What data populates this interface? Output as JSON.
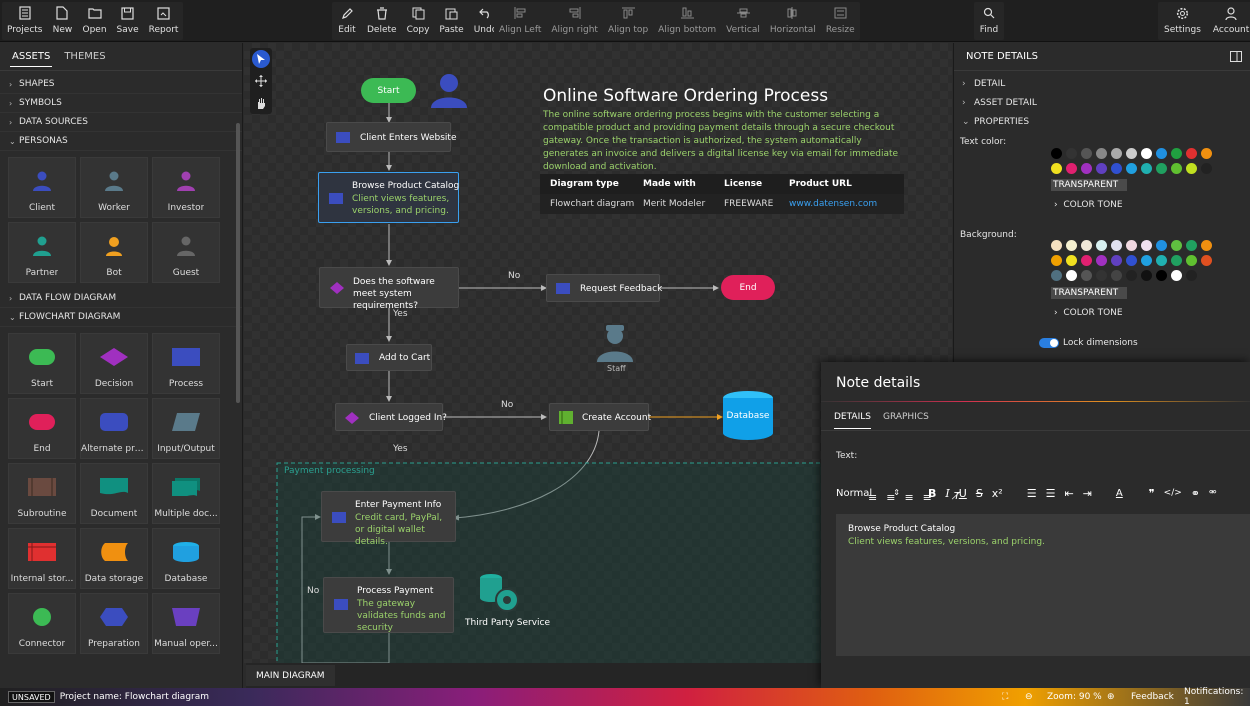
{
  "toolbar": {
    "left": [
      {
        "label": "Projects",
        "icon": "projects-icon"
      },
      {
        "label": "New",
        "icon": "new-file-icon"
      },
      {
        "label": "Open",
        "icon": "folder-open-icon"
      },
      {
        "label": "Save",
        "icon": "save-icon"
      },
      {
        "label": "Report",
        "icon": "report-icon"
      }
    ],
    "edit": [
      {
        "label": "Edit",
        "icon": "pencil-icon"
      },
      {
        "label": "Delete",
        "icon": "trash-icon"
      },
      {
        "label": "Copy",
        "icon": "copy-icon"
      },
      {
        "label": "Paste",
        "icon": "paste-icon"
      },
      {
        "label": "Undo",
        "icon": "undo-icon"
      }
    ],
    "align": [
      {
        "label": "Align Left"
      },
      {
        "label": "Align right"
      },
      {
        "label": "Align top"
      },
      {
        "label": "Align bottom"
      },
      {
        "label": "Vertical"
      },
      {
        "label": "Horizontal"
      },
      {
        "label": "Resize"
      }
    ],
    "find": "Find",
    "settings": "Settings",
    "account": "Account"
  },
  "left_panel": {
    "tabs": [
      "ASSETS",
      "THEMES"
    ],
    "sections": [
      "SHAPES",
      "SYMBOLS",
      "DATA SOURCES",
      "PERSONAS",
      "DATA FLOW DIAGRAM",
      "FLOWCHART DIAGRAM"
    ],
    "personas": [
      {
        "label": "Client",
        "color": "#3b4dbf"
      },
      {
        "label": "Worker",
        "color": "#5a7a8a"
      },
      {
        "label": "Investor",
        "color": "#a040b0"
      },
      {
        "label": "Partner",
        "color": "#20a090"
      },
      {
        "label": "Bot",
        "color": "#f0a020"
      },
      {
        "label": "Guest",
        "color": "#666666"
      }
    ],
    "flowchart": [
      {
        "label": "Start"
      },
      {
        "label": "Decision"
      },
      {
        "label": "Process"
      },
      {
        "label": "End"
      },
      {
        "label": "Alternate pro..."
      },
      {
        "label": "Input/Output"
      },
      {
        "label": "Subroutine"
      },
      {
        "label": "Document"
      },
      {
        "label": "Multiple doc..."
      },
      {
        "label": "Internal stor..."
      },
      {
        "label": "Data storage"
      },
      {
        "label": "Database"
      },
      {
        "label": "Connector"
      },
      {
        "label": "Preparation"
      },
      {
        "label": "Manual oper..."
      }
    ]
  },
  "canvas": {
    "title": "Online Software Ordering Process",
    "description": "The online software ordering process begins with the customer selecting a compatible product and providing payment details through a secure checkout gateway. Once the transaction is authorized, the system automatically generates an invoice and delivers a digital license key via email for immediate download and activation.",
    "table": {
      "headers": [
        "Diagram type",
        "Made with",
        "License",
        "Product URL"
      ],
      "row": [
        "Flowchart diagram",
        "Merit Modeler",
        "FREEWARE",
        "www.datensen.com"
      ]
    },
    "nodes": {
      "start": "Start",
      "client_enters": "Client Enters Website",
      "browse_title": "Browse Product Catalog",
      "browse_sub": "Client views features, versions, and pricing.",
      "requirements": "Does the software meet system requirements?",
      "request_feedback": "Request Feedback",
      "end": "End",
      "add_to_cart": "Add to Cart",
      "logged_in": "Client Logged In?",
      "create_account": "Create Account",
      "database": "Database",
      "staff": "Staff",
      "payment_group": "Payment processing",
      "enter_payment": "Enter Payment Info",
      "enter_payment_sub": "Credit card, PayPal, or digital wallet details.",
      "process_payment": "Process Payment",
      "process_payment_sub": "The gateway validates funds and security",
      "third_party": "Third Party Service",
      "no": "No",
      "yes": "Yes"
    },
    "main_tab": "MAIN DIAGRAM"
  },
  "right_panel": {
    "header": "NOTE DETAILS",
    "sections": [
      "DETAIL",
      "ASSET DETAIL",
      "PROPERTIES"
    ],
    "text_color_label": "Text color:",
    "background_label": "Background:",
    "transparent": "TRANSPARENT",
    "color_tone": "COLOR TONE",
    "lock_dimensions": "Lock dimensions",
    "text_colors": [
      "#000000",
      "#333333",
      "#555555",
      "#888888",
      "#aaaaaa",
      "#cccccc",
      "#ffffff",
      "#2090e0",
      "#20a040",
      "#e03030",
      "#f09010",
      "#f0e020",
      "#e02070",
      "#a030c0",
      "#6040c0",
      "#3050d0",
      "#20a0e0",
      "#20b0b0",
      "#20a060",
      "#60c030",
      "#c0e020",
      "#222222"
    ],
    "bg_colors": [
      "#f5e0c0",
      "#f5f0d0",
      "#f0e8d8",
      "#d8f0f0",
      "#e0e0f0",
      "#f0d8e0",
      "#f0e0f0",
      "#2090e0",
      "#60c040",
      "#20a060",
      "#f09010",
      "#f0a000",
      "#f0e020",
      "#e02070",
      "#a030c0",
      "#6040c0",
      "#3050d0",
      "#20a0e0",
      "#20b0b0",
      "#20a060",
      "#60c030",
      "#e05020",
      "#507080",
      "#ffffff",
      "#555555",
      "#333333",
      "#444444",
      "#222222",
      "#111111",
      "#000000",
      "#ffffff",
      "#222222"
    ]
  },
  "dialog": {
    "title": "Note details",
    "tabs": [
      "DETAILS",
      "GRAPHICS"
    ],
    "text_label": "Text:",
    "style_select": "Normal",
    "editor_title": "Browse Product Catalog",
    "editor_sub": "Client views features, versions, and pricing."
  },
  "status": {
    "unsaved": "UNSAVED",
    "project": "Project name: Flowchart diagram",
    "zoom": "Zoom: 90 %",
    "feedback": "Feedback",
    "notifications": "Notifications: 1"
  }
}
